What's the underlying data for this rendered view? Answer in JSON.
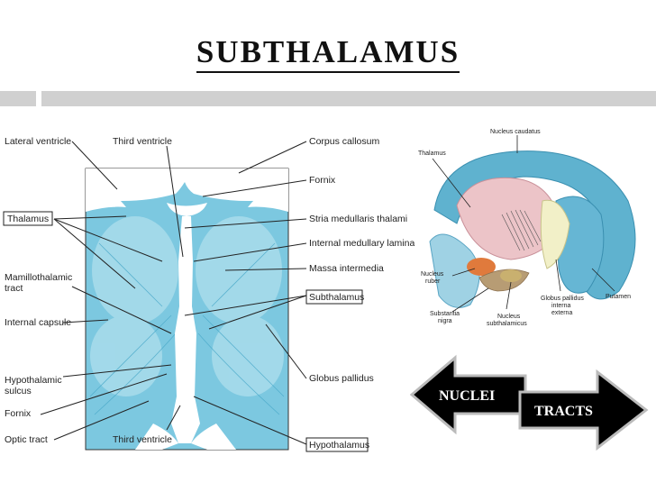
{
  "slide": {
    "title": "SUBTHALAMUS"
  },
  "left_diagram": {
    "labels_left": [
      "Lateral ventricle",
      "Thalamus",
      "Mamillothalamic",
      "tract",
      "Internal capsule",
      "Hypothalamic",
      "sulcus",
      "Fornix",
      "Optic tract"
    ],
    "labels_top": [
      "Third ventricle"
    ],
    "labels_bottom": [
      "Third ventricle"
    ],
    "labels_right": [
      "Corpus callosum",
      "Fornix",
      "Stria medullaris thalami",
      "Internal medullary lamina",
      "Massa intermedia",
      "Subthalamus",
      "Globus pallidus",
      "Hypothalamus"
    ],
    "boxed_labels": [
      "Thalamus",
      "Subthalamus",
      "Hypothalamus"
    ]
  },
  "right_diagram": {
    "labels": [
      "Nucleus caudatus",
      "Thalamus",
      "Nucleus",
      "ruber",
      "Substantia",
      "nigra",
      "Nucleus",
      "subthalamicus",
      "Globus pallidus",
      "interna",
      "externa",
      "Putamen"
    ]
  },
  "arrows": {
    "left_label": "NUCLEI",
    "right_label": "TRACTS"
  },
  "colors": {
    "diagram_blue": "#5bbcd8",
    "light_blue": "#c7ebf4",
    "arrow_fill": "#000000"
  }
}
